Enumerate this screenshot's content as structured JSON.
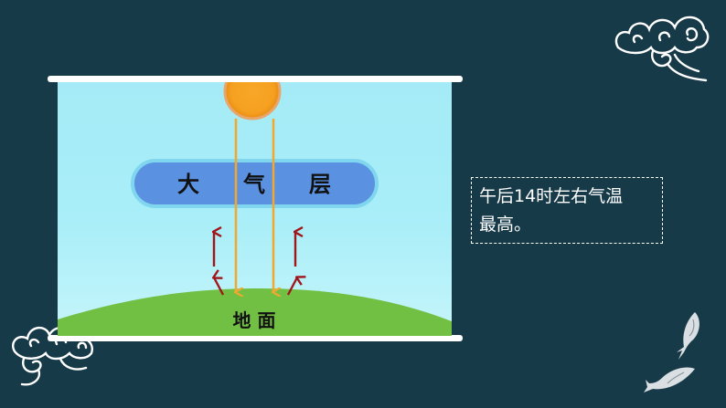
{
  "diagram": {
    "atmosphere_label": "大　　气　　层",
    "ground_label": "地 面"
  },
  "note": {
    "text_line1": "午后14时左右气温",
    "text_line2": "最高。"
  },
  "colors": {
    "background": "#173a49",
    "sky": "#a9eef8",
    "atmosphere_band": "#5a91e1",
    "ground": "#72c043",
    "sun": "#f5a623",
    "sun_ray": "#f0a830",
    "ground_radiation": "#a0161a"
  },
  "icons": [
    "cloud-swirl-decoration",
    "koi-fish-decoration"
  ]
}
